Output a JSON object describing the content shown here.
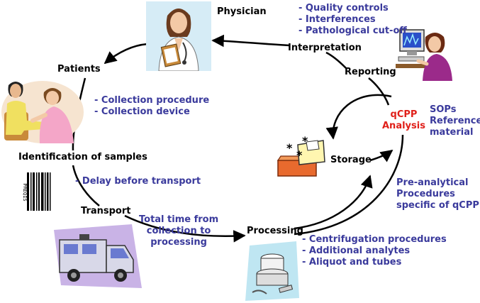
{
  "stages": {
    "physician": "Physician",
    "interpretation": "Interpretation",
    "reporting": "Reporting",
    "patients": "Patients",
    "identification": "Identification of samples",
    "transport": "Transport",
    "processing": "Processing",
    "storage": "Storage"
  },
  "analysis": {
    "line1": "qCPP",
    "line2": "Analysis"
  },
  "notes": {
    "interpretation": [
      "-  Quality controls",
      "-  Interferences",
      "-  Pathological cut-off"
    ],
    "collection": [
      "-   Collection procedure",
      "-   Collection device"
    ],
    "transport_delay": "- Delay before transport",
    "total_time": [
      "Total time from",
      "collection to",
      "processing"
    ],
    "sops": [
      "SOPs",
      "Reference",
      "material"
    ],
    "preanalytical": [
      "Pre-analytical",
      "Procedures",
      "specific of qCPP"
    ],
    "processing": [
      "- Centrifugation procedures",
      "- Additional analytes",
      "- Aliquot and tubes"
    ]
  },
  "barcode_text": "PREQIS",
  "colors": {
    "note_blue": "#3a3a9c",
    "analysis_red": "#e0201a",
    "arrow": "#000000"
  },
  "icons": {
    "physician": "doctor-clipboard-illustration",
    "patients": "nurse-patient-illustration",
    "barcode": "barcode-icon",
    "transport": "ambulance-illustration",
    "processing": "centrifuge-illustration",
    "storage": "sample-storage-box-illustration",
    "reporting": "computer-user-illustration"
  }
}
